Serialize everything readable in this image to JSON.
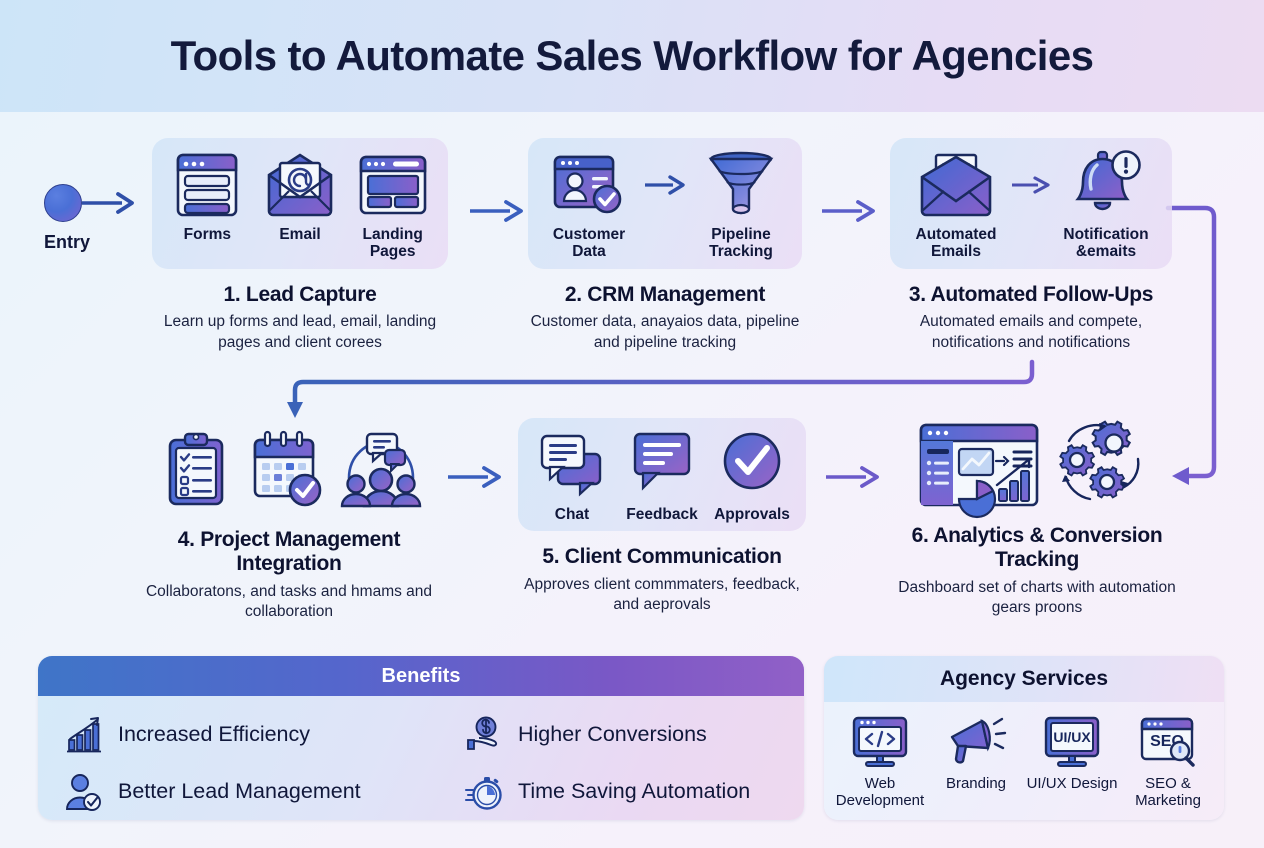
{
  "header": {
    "title": "Tools to Automate Sales Workflow for Agencies"
  },
  "entry": {
    "label": "Entry",
    "icon": "circle-node-icon"
  },
  "steps": [
    {
      "title": "1. Lead Capture",
      "desc": "Learn up forms and lead, email, landing pages and client corees",
      "icons": [
        {
          "name": "forms-window-icon",
          "caption": "Forms"
        },
        {
          "name": "email-envelope-at-icon",
          "caption": "Email"
        },
        {
          "name": "landing-page-icon",
          "caption": "Landing Pages"
        }
      ]
    },
    {
      "title": "2. CRM Management",
      "desc": "Customer data, anayaios data, pipeline and pipeline tracking",
      "icons": [
        {
          "name": "customer-profile-check-icon",
          "caption": "Customer Data"
        },
        {
          "name": "pipeline-funnel-icon",
          "caption": "Pipeline Tracking"
        }
      ]
    },
    {
      "title": "3. Automated Follow-Ups",
      "desc": "Automated emails and compete, notifications and notifications",
      "icons": [
        {
          "name": "open-envelope-letter-icon",
          "caption": "Automated Emails"
        },
        {
          "name": "bell-alert-icon",
          "caption": "Notification &emaits"
        }
      ]
    },
    {
      "title": "4. Project Management Integration",
      "desc": "Collaboratons, and tasks and hmams and collaboration",
      "icons": [
        {
          "name": "clipboard-checklist-icon",
          "caption": ""
        },
        {
          "name": "calendar-check-icon",
          "caption": ""
        },
        {
          "name": "team-collaboration-icon",
          "caption": ""
        }
      ]
    },
    {
      "title": "5. Client Communication",
      "desc": "Approves client commmaters, feedback, and aeprovals",
      "icons": [
        {
          "name": "chat-bubbles-icon",
          "caption": "Chat"
        },
        {
          "name": "feedback-bubble-icon",
          "caption": "Feedback"
        },
        {
          "name": "approval-check-circle-icon",
          "caption": "Approvals"
        }
      ]
    },
    {
      "title": "6. Analytics & Conversion Tracking",
      "desc": "Dashboard set of charts with automation gears proons",
      "icons": [
        {
          "name": "analytics-dashboard-icon",
          "caption": ""
        },
        {
          "name": "automation-gears-icon",
          "caption": ""
        }
      ]
    }
  ],
  "benefits": {
    "heading": "Benefits",
    "items": [
      {
        "icon": "growth-bar-chart-icon",
        "label": "Increased Efficiency"
      },
      {
        "icon": "money-hand-icon",
        "label": "Higher Conversions"
      },
      {
        "icon": "user-check-icon",
        "label": "Better Lead Management"
      },
      {
        "icon": "stopwatch-icon",
        "label": "Time Saving Automation"
      }
    ]
  },
  "services": {
    "heading": "Agency Services",
    "items": [
      {
        "icon": "code-monitor-icon",
        "label": "Web Development"
      },
      {
        "icon": "megaphone-icon",
        "label": "Branding"
      },
      {
        "icon": "uiux-monitor-icon",
        "label": "UI/UX Design"
      },
      {
        "icon": "seo-search-icon",
        "label": "SEO & Marketing"
      }
    ]
  },
  "colors": {
    "accent_blue": "#4a6fd6",
    "accent_purple": "#7b5fd0",
    "title_navy": "#131a3c",
    "arrow_navy": "#2f4fa8",
    "benefits_head_from": "#3f75c8",
    "benefits_head_to": "#9160c7"
  }
}
